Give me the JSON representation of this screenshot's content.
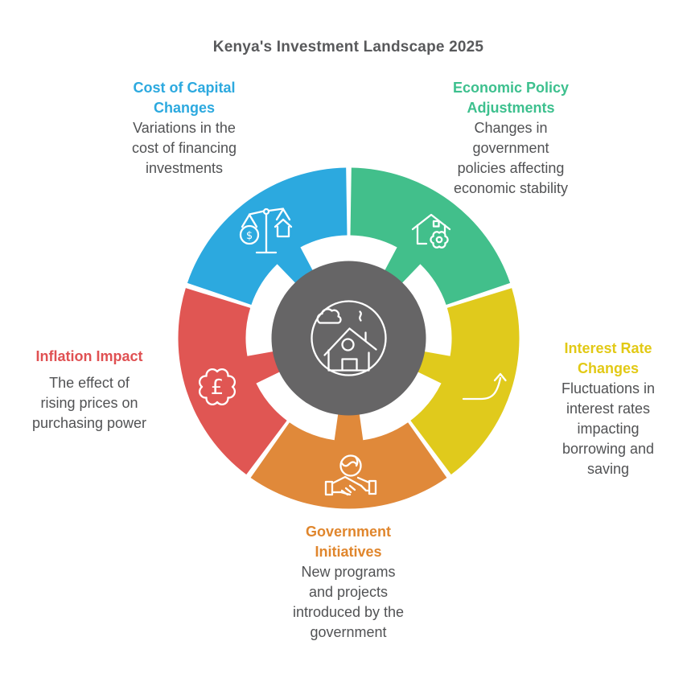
{
  "title": "Kenya's Investment Landscape 2025",
  "colors": {
    "background": "#FFFFFF",
    "title_text": "#58595B",
    "body_text": "#515254",
    "hub_fill": "#666566",
    "icon_stroke": "#FFFFFF"
  },
  "hub": {
    "icon": "home-economy-icon"
  },
  "segments": [
    {
      "id": "cost-of-capital-changes",
      "label": "Cost of Capital\nChanges",
      "description": "Variations in the\ncost of financing\ninvestments",
      "color": "#2CA9DF",
      "heading_color": "#2CA9DF",
      "icon": "balance-scale-money-house-icon",
      "icon_glyph": "$",
      "start_angle": 288,
      "end_angle": 360
    },
    {
      "id": "economic-policy-adjustments",
      "label": "Economic Policy\nAdjustments",
      "description": "Changes in\ngovernment\npolicies affecting\neconomic stability",
      "color": "#42BF8B",
      "heading_color": "#3DC08E",
      "icon": "house-gear-icon",
      "start_angle": 0,
      "end_angle": 72
    },
    {
      "id": "interest-rate-changes",
      "label": "Interest Rate\nChanges",
      "description": "Fluctuations in\ninterest rates\nimpacting\nborrowing and\nsaving",
      "color": "#E0CA1C",
      "heading_color": "#E2C915",
      "icon": "growth-arrow-icon",
      "start_angle": 72,
      "end_angle": 144
    },
    {
      "id": "government-initiatives",
      "label": "Government\nInitiatives",
      "description": "New programs\nand projects\nintroduced by the\ngovernment",
      "color": "#E0893A",
      "heading_color": "#E0862D",
      "icon": "handshake-globe-icon",
      "start_angle": 144,
      "end_angle": 216
    },
    {
      "id": "inflation-impact",
      "label": "Inflation Impact",
      "description": "The effect of\nrising prices on\npurchasing power",
      "color": "#E05653",
      "heading_color": "#E05153",
      "icon": "pound-rosette-icon",
      "icon_glyph": "£",
      "start_angle": 216,
      "end_angle": 288
    }
  ]
}
